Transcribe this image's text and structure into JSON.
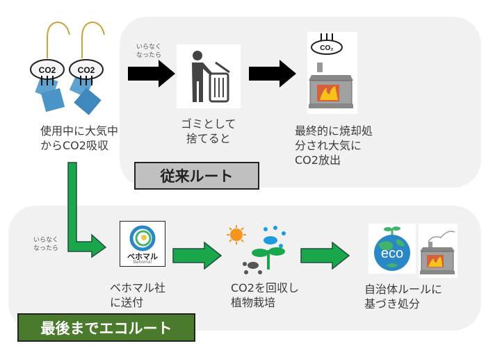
{
  "routes": {
    "conventional": {
      "label": "従来ルート",
      "label_bg": "#c0c0c0",
      "trigger": "いらなく\nなったら",
      "steps": [
        {
          "icon": "trash-disposal-icon",
          "text": "ゴミとして\n捨てると"
        },
        {
          "icon": "incinerator-co2-icon",
          "text": "最終的に焼却処\n分され大気に\nCO2放出"
        }
      ]
    },
    "eco": {
      "label": "最後までエコルート",
      "label_bg": "#4a7a2c",
      "trigger": "いらなく\nなったら",
      "steps": [
        {
          "icon": "behomal-logo-icon",
          "text": "ベホマル社\nに送付",
          "logo_text": "ベホマル",
          "logo_sub": "Behomal"
        },
        {
          "icon": "plant-photosynthesis-icon",
          "text": "CO2を回収し\n植物栽培"
        },
        {
          "icon": "eco-earth-icon",
          "text": "自治体ルールに\n基づき処分",
          "eco_word": "eco"
        }
      ]
    }
  },
  "start": {
    "icon": "earrings-co2-icon",
    "text": "使用中に大気中\nからCO2吸収",
    "co2_label": "CO2"
  },
  "colors": {
    "panel": "#f1f1f1",
    "black_arrow": "#000000",
    "green_arrow": "#1aa64a",
    "green_arrow_border": "#1f4e3d"
  }
}
